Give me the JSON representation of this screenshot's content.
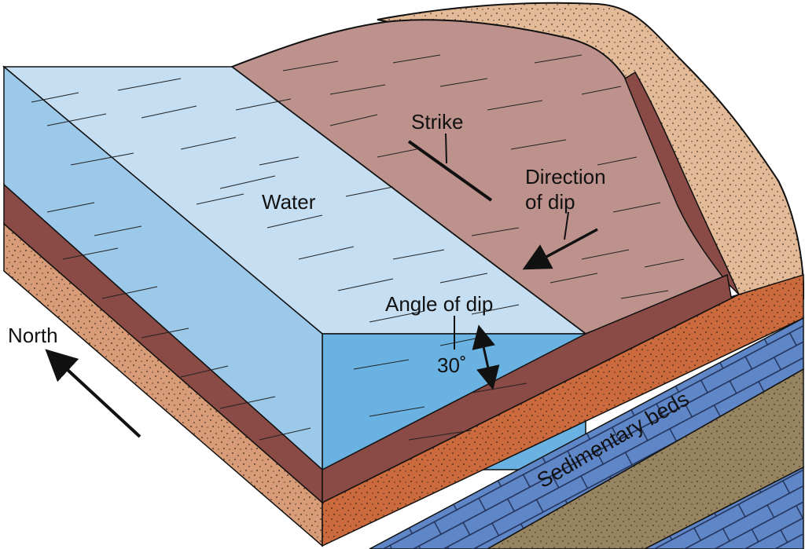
{
  "labels": {
    "strike": "Strike",
    "direction_line1": "Direction",
    "direction_line2": "of dip",
    "water": "Water",
    "angle_of_dip": "Angle of dip",
    "angle_value": "30˚",
    "north": "North",
    "sedimentary_beds": "Sedimentary beds"
  },
  "colors": {
    "water_top": "#c5def2",
    "water_side": "#9cc8ea",
    "water_front": "#6ab2e2",
    "rock_surface": "#bd928d",
    "rock_side": "#8a4a45",
    "sand_top": "#e3bb98",
    "sand_bed": "#d89d78",
    "orange_bed": "#cb6a3c",
    "limestone_bed": "#5f86c6",
    "olive_bed": "#978561",
    "outline": "#111111"
  },
  "icons": [
    "north-arrow-icon",
    "dip-direction-arrow-icon",
    "dip-angle-arrow-icon",
    "stipple-pattern"
  ]
}
